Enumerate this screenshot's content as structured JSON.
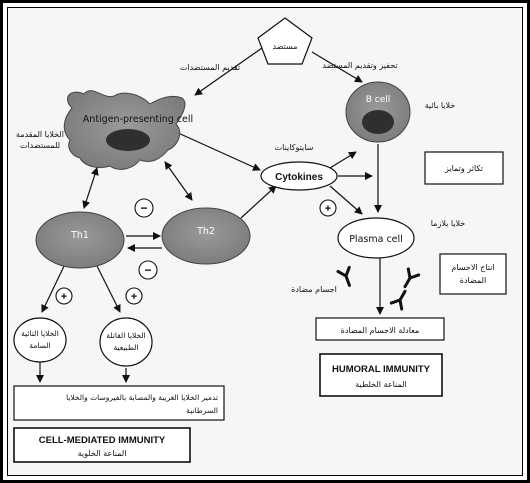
{
  "diagram": {
    "antigen": {
      "label": "مستضد"
    },
    "apc": {
      "label": "Antigen-presenting cell",
      "label_ar_1": "الخلايا المقدمة",
      "label_ar_2": "للمستضدات"
    },
    "b_cell": {
      "label": "B cell",
      "label_ar": "خلايا بائية"
    },
    "th1": {
      "label": "Th1"
    },
    "th2": {
      "label": "Th2"
    },
    "cytokines": {
      "label": "Cytokines",
      "label_ar": "سايتوكاينات"
    },
    "plasma_cell": {
      "label": "Plasma cell",
      "label_ar": "خلايا بلازما"
    },
    "nk_cell": {
      "label_line1": "الخلايا القاتلة",
      "label_line2": "الطبيعية"
    },
    "tc_cell": {
      "label_line1": "الخلايا التائية",
      "label_line2": "السامة"
    },
    "arrow_labels": {
      "antigen_presentation": "تقديم المستضدات",
      "b_stimulation": "تحفيز وتقديم المستضد"
    },
    "signs": {
      "minus": "−",
      "plus": "+"
    },
    "boxes": {
      "proliferation": "تكاثر وتمايز",
      "antibody_prod_1": "انتاج الاجسام",
      "antibody_prod_2": "المضادة",
      "antibodies_label": "اجسام مضادة",
      "neutralization": "معادلة الاجسام المضادة",
      "cell_destruction_1": "تدمير الخلايا الغريبة والمصابة بالفيروسات والخلايا",
      "cell_destruction_2": "السرطانية"
    },
    "humoral": {
      "title": "HUMORAL IMMUNITY",
      "subtitle": "المناعة الخلطية"
    },
    "cell_mediated": {
      "title": "CELL-MEDIATED IMMUNITY",
      "subtitle": "المناعة الخلوية"
    }
  }
}
